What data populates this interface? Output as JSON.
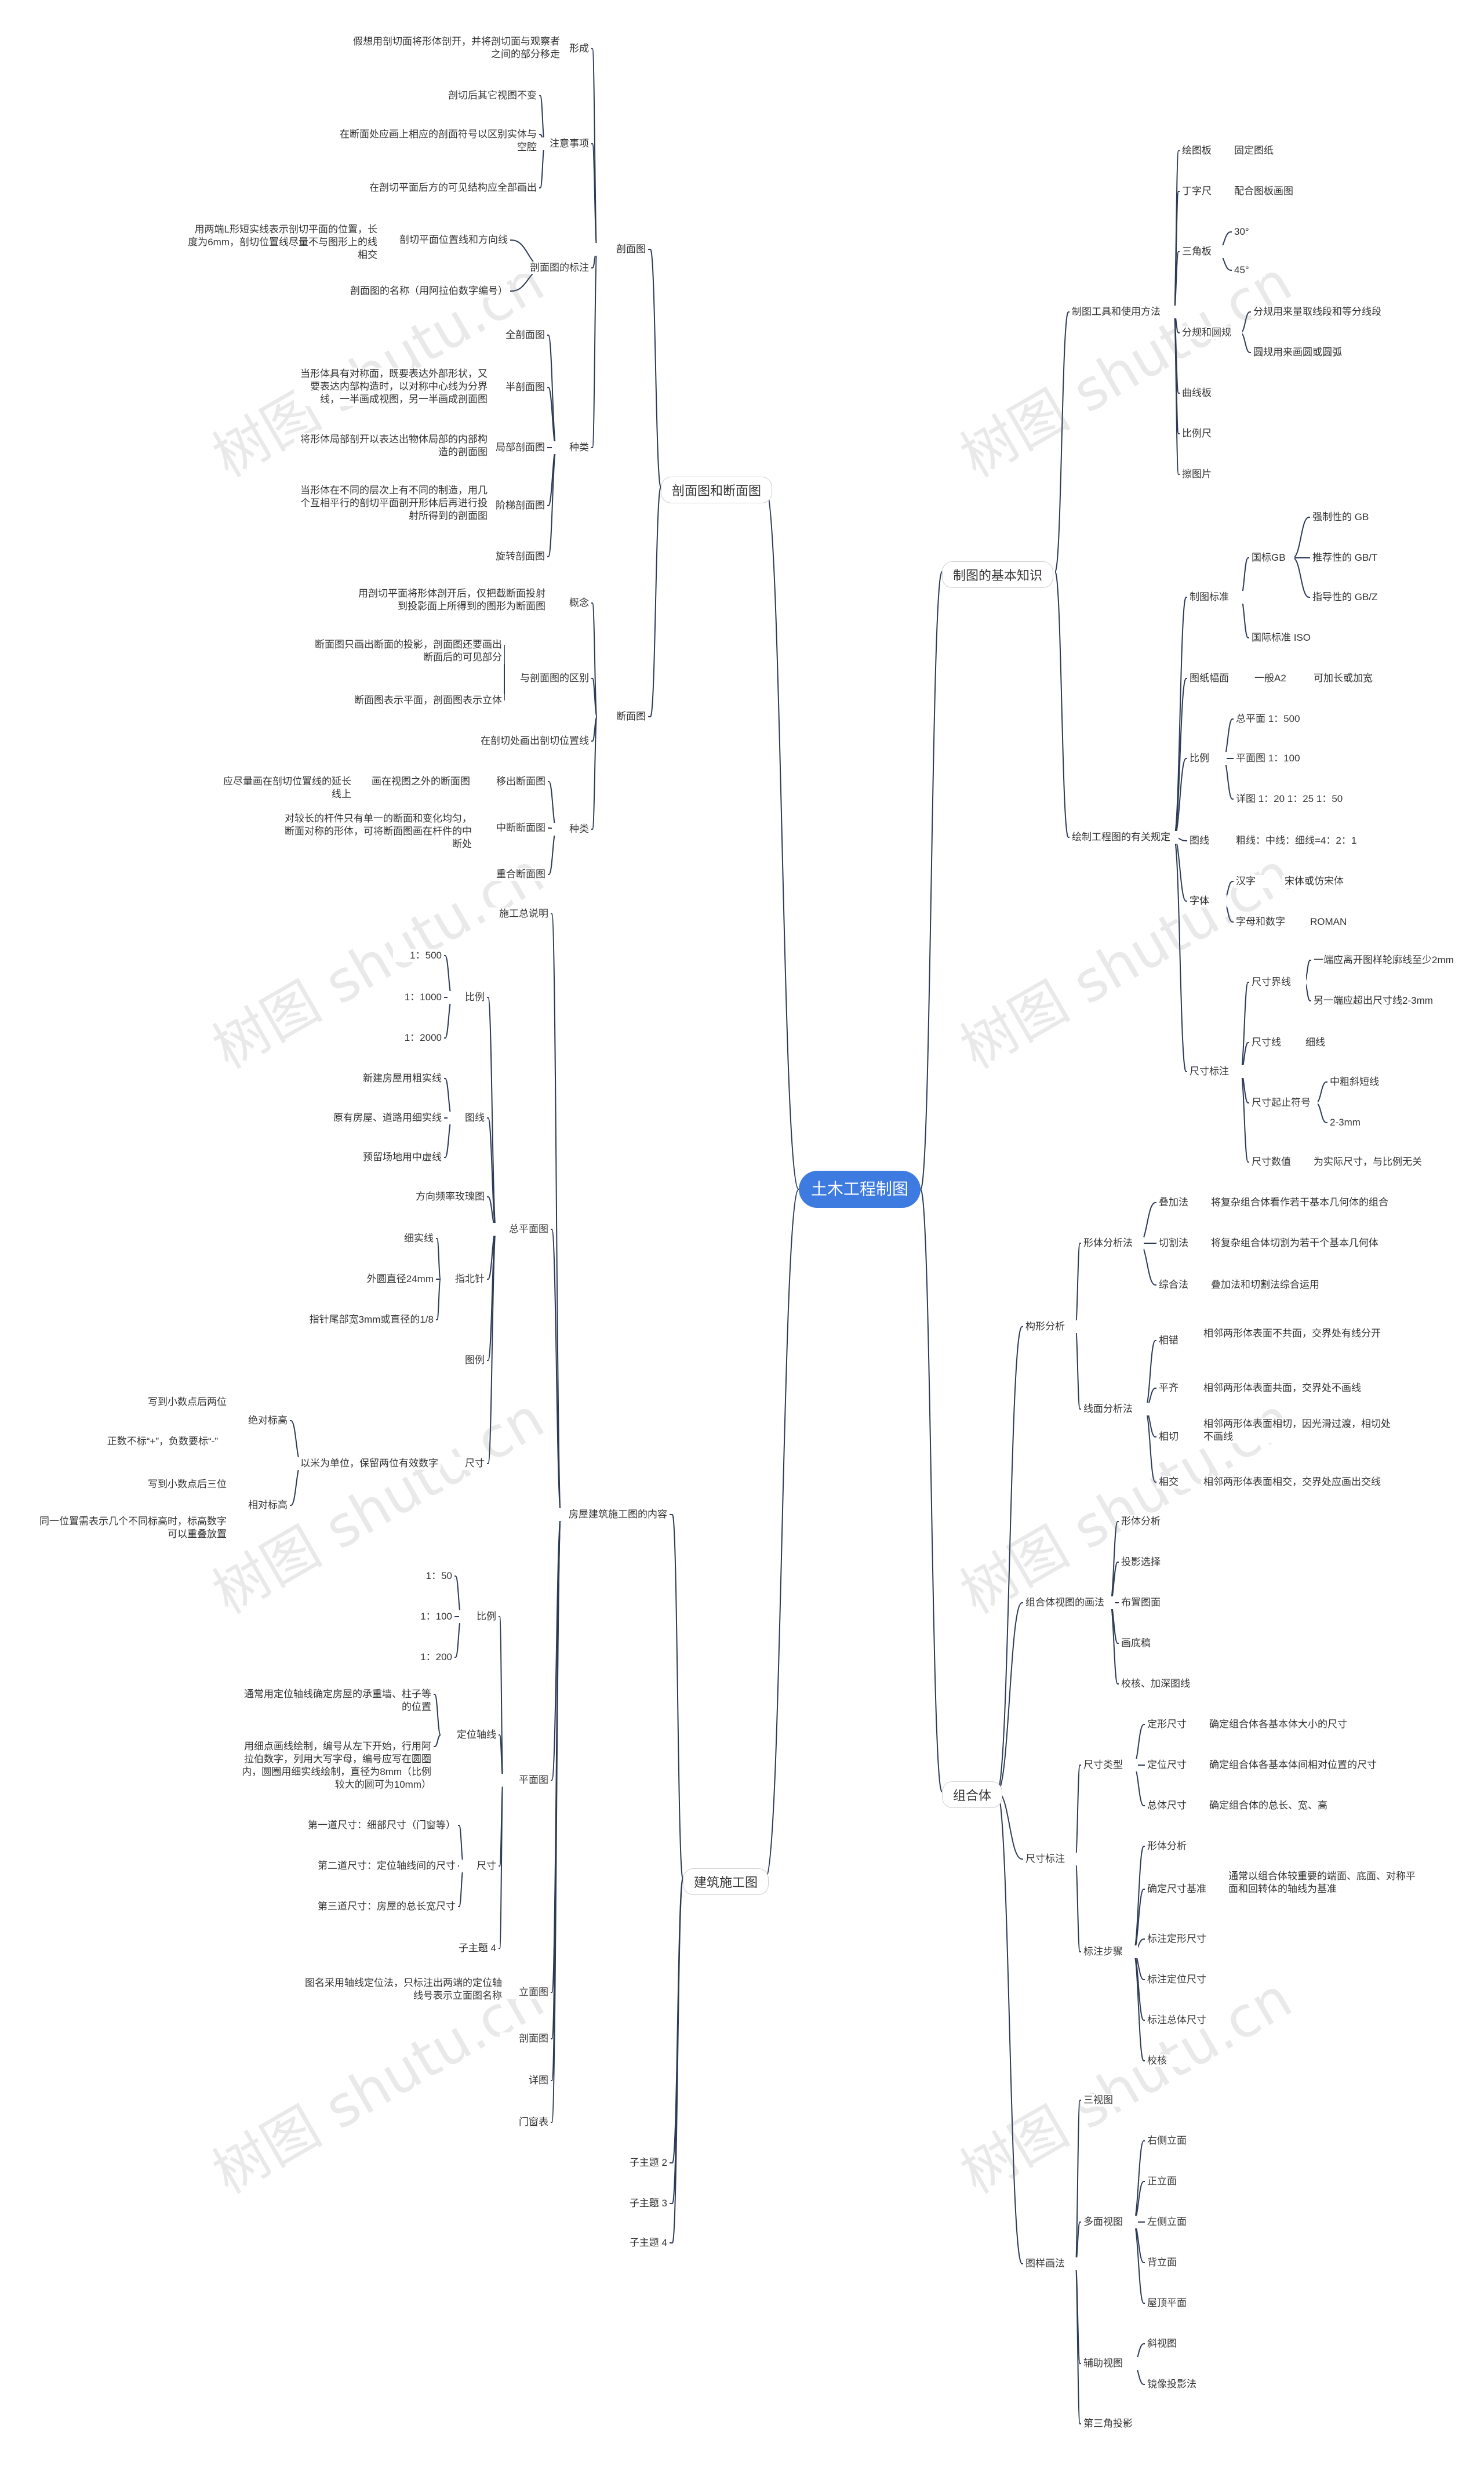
{
  "center": "土木工程制图",
  "watermark": "树图 shutu.cn",
  "main_topics": {
    "t1": "剖面图和断面图",
    "t2": "建筑施工图",
    "t3": "制图的基本知识",
    "t4": "组合体"
  },
  "left": {
    "poumiantu": "剖面图",
    "xingcheng": "形成",
    "xingcheng_d": "假想用剖切面将形体剖开，并将剖切面与观察者之间的部分移走",
    "zhuyi": "注意事项",
    "zhuyi_1": "剖切后其它视图不变",
    "zhuyi_2": "在断面处应画上相应的剖面符号以区别实体与空腔",
    "zhuyi_3": "在剖切平面后方的可见结构应全部画出",
    "biaozhu": "剖面图的标注",
    "biaozhu_1": "剖切平面位置线和方向线",
    "biaozhu_1d": "用两端L形短实线表示剖切平面的位置，长度为6mm，剖切位置线尽量不与图形上的线相交",
    "biaozhu_2": "剖面图的名称（用阿拉伯数字编号）",
    "zhonglei": "种类",
    "quanpou": "全剖面图",
    "banpou": "半剖面图",
    "banpou_d": "当形体具有对称面，既要表达外部形状，又要表达内部构造时，以对称中心线为分界线，一半画成视图，另一半画成剖面图",
    "jubu": "局部剖面图",
    "jubu_d": "将形体局部剖开以表达出物体局部的内部构造的剖面图",
    "jieti": "阶梯剖面图",
    "jieti_d": "当形体在不同的层次上有不同的制造，用几个互相平行的剖切平面剖开形体后再进行投射所得到的剖面图",
    "xuanzhuan": "旋转剖面图",
    "duanmiantu": "断面图",
    "gainian": "概念",
    "gainian_d": "用剖切平面将形体剖开后，仅把截断面投射到投影面上所得到的图形为断面图",
    "qubie": "与剖面图的区别",
    "qubie_1": "断面图只画出断面的投影，剖面图还要画出断面后的可见部分",
    "qubie_2": "断面图表示平面，剖面图表示立体",
    "weizhi": "在剖切处画出剖切位置线",
    "zhonglei2": "种类",
    "yichu": "移出断面图",
    "yichu_a": "画在视图之外的断面图",
    "yichu_d": "应尽量画在剖切位置线的延长线上",
    "zhongduan": "中断断面图",
    "zhongduan_d": "对较长的杆件只有单一的断面和变化均匀，断面对称的形体，可将断面图画在杆件的中断处",
    "chonghe": "重合断面图",
    "shigong": "房屋建筑施工图的内容",
    "zongshuoming": "施工总说明",
    "zongpingmian": "总平面图",
    "bili": "比例",
    "b500": "1：500",
    "b1000": "1：1000",
    "b2000": "1：2000",
    "tuxian": "图线",
    "tx1": "新建房屋用粗实线",
    "tx2": "原有房屋、道路用细实线",
    "tx3": "预留场地用中虚线",
    "fengmei": "方向频率玫瑰图",
    "zhibeizhen": "指北针",
    "zb1": "细实线",
    "zb2": "外圆直径24mm",
    "zb3": "指针尾部宽3mm或直径的1/8",
    "tuli": "图例",
    "chicun": "尺寸",
    "chicun_d": "以米为单位，保留两位有效数字",
    "juedui": "绝对标高",
    "jd1": "写到小数点后两位",
    "jd2": "正数不标“+”，负数要标“-”",
    "xiangdui": "相对标高",
    "xd1": "写到小数点后三位",
    "xd2": "同一位置需表示几个不同标高时，标高数字可以重叠放置",
    "pingmian": "平面图",
    "bili2": "比例",
    "p50": "1：50",
    "p100": "1：100",
    "p200": "1：200",
    "dingwei": "定位轴线",
    "dw1": "通常用定位轴线确定房屋的承重墙、柱子等的位置",
    "dw2": "用细点画线绘制，编号从左下开始，行用阿拉伯数字，列用大写字母，编号应写在圆圈内，圆圈用细实线绘制，直径为8mm（比例较大的圆可为10mm）",
    "chicun2": "尺寸",
    "cc1": "第一道尺寸：细部尺寸（门窗等）",
    "cc2": "第二道尺寸：定位轴线间的尺寸",
    "cc3": "第三道尺寸：房屋的总长宽尺寸",
    "zizhuti4a": "子主题 4",
    "limian": "立面图",
    "limian_d": "图名采用轴线定位法，只标注出两端的定位轴线号表示立面图名称",
    "poumian2": "剖面图",
    "xiangtu": "详图",
    "menchuang": "门窗表",
    "zizhuti2": "子主题 2",
    "zizhuti3": "子主题 3",
    "zizhuti4": "子主题 4"
  },
  "right": {
    "gongju": "制图工具和使用方法",
    "tubanban": "绘图板",
    "tubanban_d": "固定图纸",
    "dingzichi": "丁字尺",
    "dingzichi_d": "配合图板画图",
    "sanjiaoban": "三角板",
    "sj30": "30°",
    "sj45": "45°",
    "fenguiyuangui": "分规和圆规",
    "fg1": "分规用来量取线段和等分线段",
    "fg2": "圆规用来画圆或圆弧",
    "quxianban": "曲线板",
    "bilichi": "比例尺",
    "catupian": "擦图片",
    "guiding": "绘制工程图的有关规定",
    "biaozhun": "制图标准",
    "guobiao": "国标GB",
    "qz": "强制性的  GB",
    "tj": "推荐性的  GB/T",
    "zd": "指导性的  GB/Z",
    "guoji": "国际标准  ISO",
    "tufu": "图纸幅面",
    "tufu_a": "一般A2",
    "tufu_b": "可加长或加宽",
    "bili": "比例",
    "zp": "总平面 1：500",
    "pm": "平面图 1：100",
    "xt": "详图 1：20  1：25  1：50",
    "tuxian": "图线",
    "tuxian_d": "粗线：中线：细线=4：2：1",
    "ziti": "字体",
    "hz": "汉字",
    "hz_d": "宋体或仿宋体",
    "zm": "字母和数字",
    "zm_d": "ROMAN",
    "chicunbiaozhu": "尺寸标注",
    "jiexian": "尺寸界线",
    "jx1": "一端应离开图样轮廓线至少2mm",
    "jx2": "另一端应超出尺寸线2-3mm",
    "chicunxian": "尺寸线",
    "chicunxian_d": "细线",
    "qizhi": "尺寸起止符号",
    "qz1": "中粗斜短线",
    "qz2": "2-3mm",
    "shuzi": "尺寸数值",
    "shuzi_d": "为实际尺寸，与比例无关",
    "goxing": "构形分析",
    "xingti": "形体分析法",
    "diejia": "叠加法",
    "diejia_d": "将复杂组合体看作若干基本几何体的组合",
    "qiege": "切割法",
    "qiege_d": "将复杂组合体切割为若干个基本几何体",
    "zonghe": "综合法",
    "zonghe_d": "叠加法和切割法综合运用",
    "xianmian": "线面分析法",
    "ggg": "相错",
    "gcd": "相邻两形体表面不共面，交界处有线分开",
    "pq": "平齐",
    "pq_d": "相邻两形体表面共面，交界处不画线",
    "xq": "相切",
    "xq_d": "相邻两形体表面相切，因光滑过渡，相切处不画线",
    "xj": "相交",
    "xj_d": "相邻两形体表面相交，交界处应画出交线",
    "huafa": "组合体视图的画法",
    "hf1": "形体分析",
    "hf2": "投影选择",
    "hf3": "布置图面",
    "hf4": "画底稿",
    "hf5": "校核、加深图线",
    "zuhe": "组合体",
    "ccbz": "尺寸标注",
    "leixing": "尺寸类型",
    "dxcc": "定形尺寸",
    "dxcc_d": "确定组合体各基本体大小的尺寸",
    "dwcc": "定位尺寸",
    "dwcc_d": "确定组合体各基本体间相对位置的尺寸",
    "ztcc": "总体尺寸",
    "ztcc_d": "确定组合体的总长、宽、高",
    "buzhou": "标注步骤",
    "bz1": "形体分析",
    "bz2": "确定尺寸基准",
    "bz2_d": "通常以组合体较重要的端面、底面、对称平面和回转体的轴线为基准",
    "bz3": "标注定形尺寸",
    "bz4": "标注定位尺寸",
    "bz5": "标注总体尺寸",
    "bz6": "校核",
    "yuedu": "图样画法",
    "santu": "三视图",
    "duomian": "多面视图",
    "dm1": "右侧立面",
    "dm2": "正立面",
    "dm3": "左侧立面",
    "dm4": "背立面",
    "dm5": "屋顶平面",
    "fuzhu": "辅助视图",
    "fz1": "斜视图",
    "fz2": "镜像投影法",
    "disanjiao": "第三角投影"
  }
}
